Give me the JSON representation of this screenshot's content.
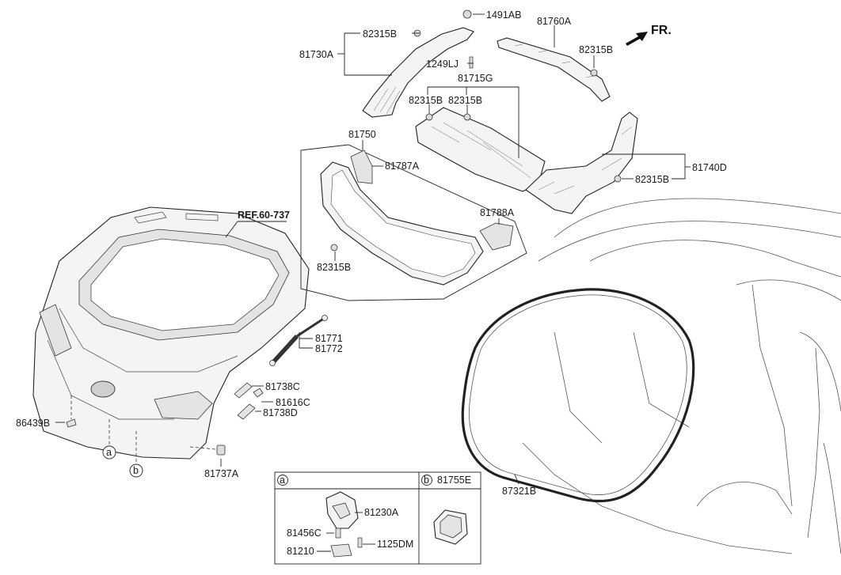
{
  "direction": {
    "text": "FR.",
    "icon": "arrow-icon"
  },
  "labels": {
    "l1491ab": "1491AB",
    "l81760a": "81760A",
    "l82315b_1": "82315B",
    "l81730a": "81730A",
    "l82315b_2": "82315B",
    "l1249lj": "1249LJ",
    "l81715g": "81715G",
    "l82315b_3": "82315B",
    "l82315b_4": "82315B",
    "l81750": "81750",
    "l81787a": "81787A",
    "l81740d": "81740D",
    "l82315b_5": "82315B",
    "l81788a": "81788A",
    "l82315b_6": "82315B",
    "ref": "REF.60-737",
    "l81771": "81771",
    "l81772": "81772",
    "l81738c": "81738C",
    "l81616c": "81616C",
    "l81738d": "81738D",
    "l86439b": "86439B",
    "callout_a": "a",
    "callout_b": "b",
    "l81737a": "81737A",
    "l87321b": "87321B"
  },
  "detail_box": {
    "section_a": {
      "key": "a",
      "parts": {
        "p81230a": "81230A",
        "p81456c": "81456C",
        "p1125dm": "1125DM",
        "p81210": "81210"
      }
    },
    "section_b": {
      "key": "b",
      "part": "81755E"
    }
  }
}
